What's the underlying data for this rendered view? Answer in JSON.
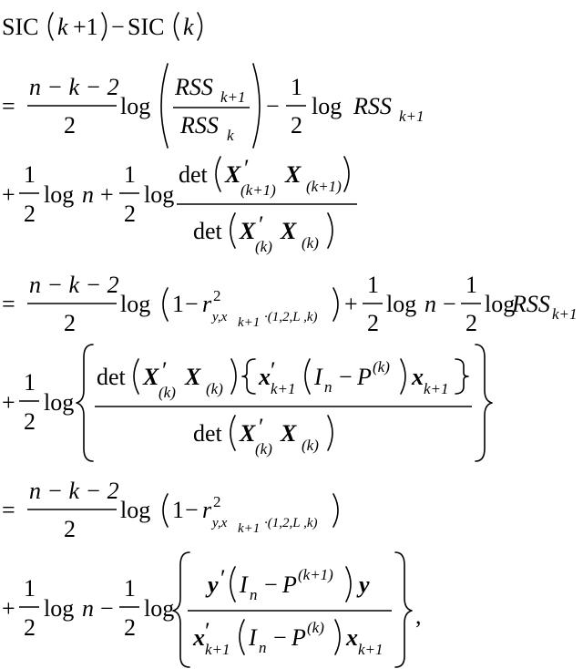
{
  "equation": {
    "lhs": "SIC(k + 1) − SIC(k)",
    "line1": "= (n − k − 2)/2 log(RSS_{k+1} / RSS_k) − 1/2 log RSS_{k+1}",
    "line2": "+ 1/2 log n + 1/2 log det(X′_(k+1) X_(k+1)) / det(X′_(k) X_(k))",
    "line3": "= (n − k − 2)/2 log(1 − r²_{y,x_{k+1}·(1,2,L,k)}) + 1/2 log n − 1/2 log RSS_{k+1}",
    "line4": "+ 1/2 log{ det(X′_(k) X_(k)){x′_{k+1}(I_n − P^(k)) x_{k+1}} / det(X′_(k) X_(k)) }",
    "line5": "= (n − k − 2)/2 log(1 − r²_{y,x_{k+1}·(1,2,L,k)})",
    "line6": "+ 1/2 log n − 1/2 log{ y′(I_n − P^(k+1)) y / x′_{k+1}(I_n − P^(k)) x_{k+1} },"
  },
  "text": {
    "sic": "SIC",
    "k": "k",
    "plus1": "+1",
    "minus": "−",
    "eq": "=",
    "plus": "+",
    "nk2": "n − k − 2",
    "two": "2",
    "one": "1",
    "log": "log",
    "rss": "RSS",
    "sub_k1": "k+1",
    "n": "n",
    "det": "det",
    "X": "X",
    "prime": "′",
    "sub_pk1": "(k+1)",
    "sub_pk": "(k)",
    "r": "r",
    "r_sup": "2",
    "r_sub": "y,x",
    "r_sub2": "k+1",
    "r_sub3": "·(1,2,L ,k)",
    "x": "x",
    "I": "I",
    "P": "P",
    "y": "y",
    "comma": ","
  }
}
